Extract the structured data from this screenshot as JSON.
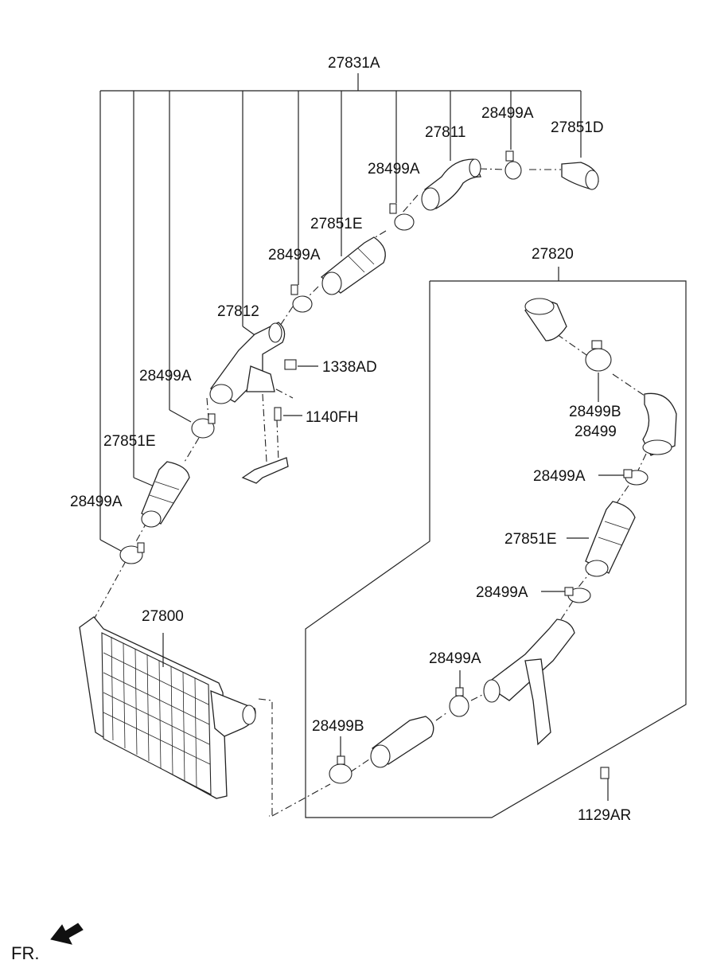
{
  "labels": {
    "l_27831A": "27831A",
    "l_27811": "27811",
    "l_28499A_1": "28499A",
    "l_27851D": "27851D",
    "l_28499A_2": "28499A",
    "l_27851E_1": "27851E",
    "l_28499A_3": "28499A",
    "l_27812": "27812",
    "l_1338AD": "1338AD",
    "l_28499A_4": "28499A",
    "l_1140FH": "1140FH",
    "l_27851E_2": "27851E",
    "l_28499A_5": "28499A",
    "l_27800": "27800",
    "l_27820": "27820",
    "l_28499B_1": "28499B",
    "l_28499": "28499",
    "l_28499A_6": "28499A",
    "l_27851E_3": "27851E",
    "l_28499A_7": "28499A",
    "l_28499A_8": "28499A",
    "l_28499B_2": "28499B",
    "l_1129AR": "1129AR",
    "fr": "FR."
  }
}
